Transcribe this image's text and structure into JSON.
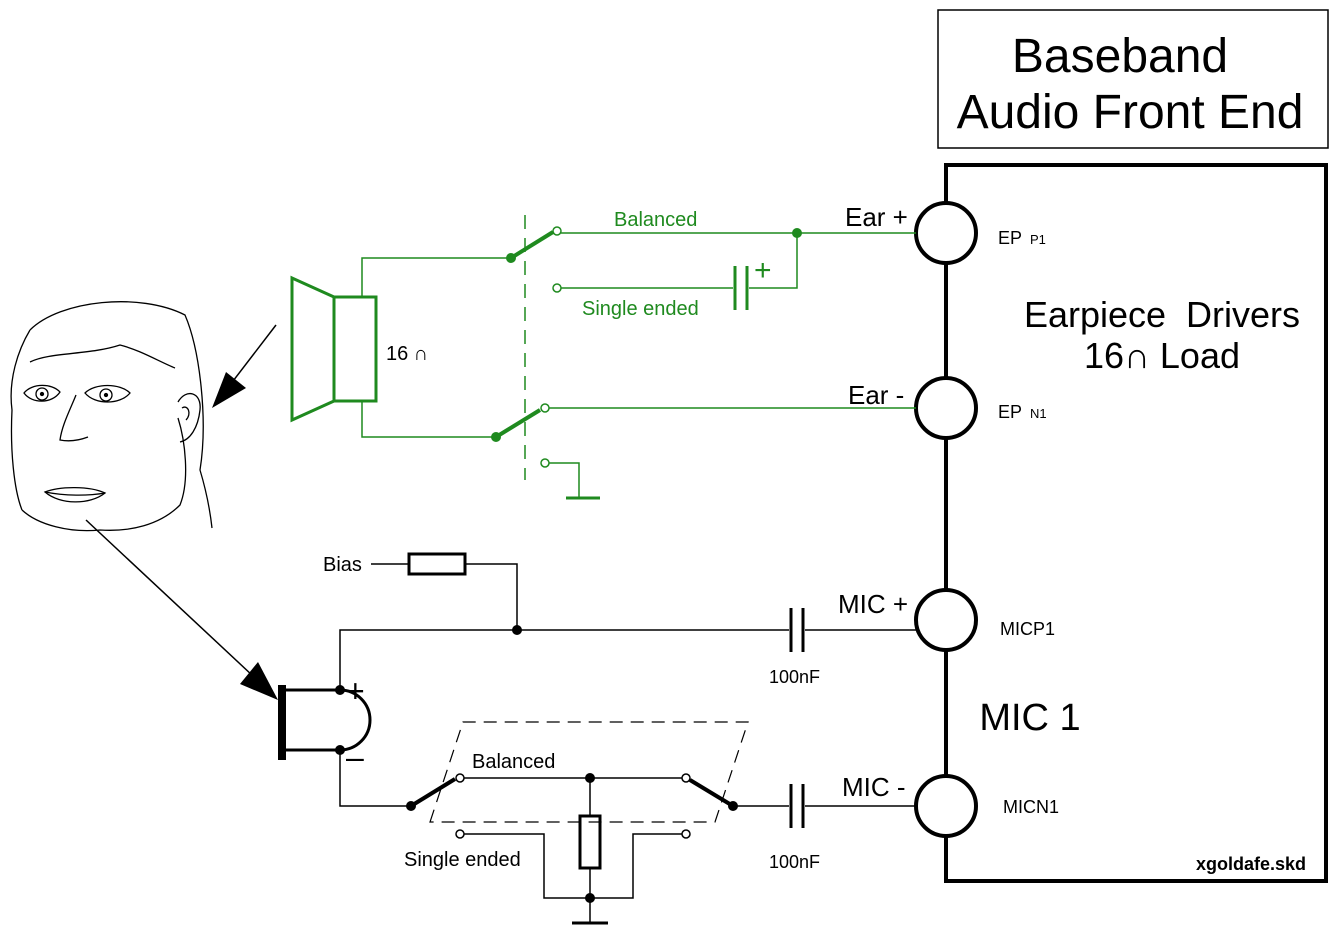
{
  "title": {
    "line1": "Baseband",
    "line2": "Audio Front End"
  },
  "block": {
    "earpiece_title": "Earpiece  Drivers",
    "earpiece_load": "16∩ Load",
    "mic_title": "MIC 1",
    "file_label": "xgoldafe.skd"
  },
  "pins": {
    "ep_p": {
      "label": "Ear +",
      "pin": "EP",
      "sub": "P1"
    },
    "ep_n": {
      "label": "Ear -",
      "pin": "EP",
      "sub": "N1"
    },
    "mic_p": {
      "label": "MIC +",
      "pin": "MICP1"
    },
    "mic_n": {
      "label": "MIC -",
      "pin": "MICN1"
    }
  },
  "earpiece_circuit": {
    "balanced": "Balanced",
    "single_ended": "Single ended",
    "speaker_impedance": "16 ∩",
    "cap_polarity": "+"
  },
  "mic_circuit": {
    "bias": "Bias",
    "balanced": "Balanced",
    "single_ended": "Single ended",
    "cap_p_value": "100nF",
    "cap_n_value": "100nF",
    "mic_plus": "+",
    "mic_minus": "–"
  },
  "colors": {
    "ink": "#000000",
    "earpiece_path": "#1f8a1f"
  }
}
